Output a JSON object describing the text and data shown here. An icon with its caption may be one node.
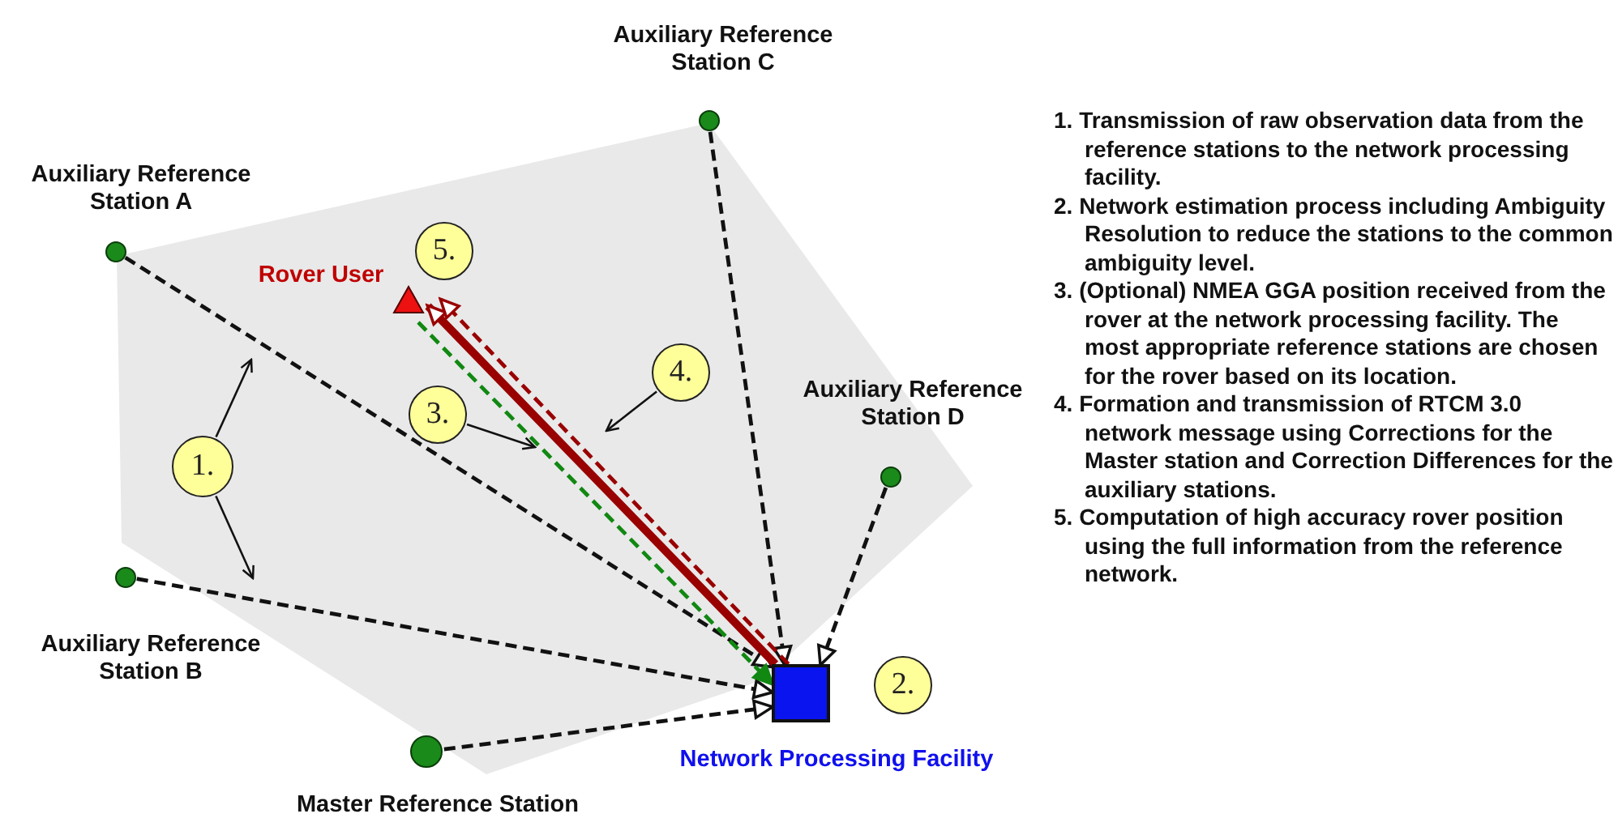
{
  "diagram": {
    "nodes": [
      {
        "text": [],
        "shape": "circle",
        "beside": [
          "Auxiliary Reference Station C"
        ]
      },
      {
        "text": [],
        "shape": "circle",
        "beside": [
          "Auxiliary Reference Station A"
        ]
      },
      {
        "text": [],
        "shape": "triangle",
        "beside": [
          "Rover User"
        ]
      },
      {
        "text": [],
        "shape": "circle",
        "beside": [
          "Auxiliary Reference Station D"
        ]
      },
      {
        "text": [],
        "shape": "circle",
        "beside": [
          "Auxiliary Reference Station B"
        ]
      },
      {
        "text": [],
        "shape": "circle",
        "beside": [
          "Master Reference Station"
        ]
      },
      {
        "text": [],
        "shape": "box",
        "beside": [
          "Network Processing Facility"
        ]
      },
      {
        "text": [
          "5."
        ]
      },
      {
        "text": [
          "4."
        ]
      },
      {
        "text": [
          "3."
        ]
      },
      {
        "text": [
          "1."
        ]
      },
      {
        "text": [
          "2."
        ]
      }
    ],
    "edges": [
      {
        "from": 0,
        "to": 6,
        "arrow": "to",
        "style": "dashed"
      },
      {
        "from": 1,
        "to": 6,
        "arrow": "to",
        "style": "dashed"
      },
      {
        "from": 3,
        "to": 6,
        "arrow": "to",
        "style": "dashed"
      },
      {
        "from": 4,
        "to": 6,
        "arrow": "to",
        "style": "dashed"
      },
      {
        "from": 5,
        "to": 6,
        "arrow": "to",
        "style": "dashed"
      },
      {
        "from": 2,
        "to": 6,
        "arrow": "to",
        "style": "dashed",
        "color": "#118811"
      },
      {
        "from": 6,
        "to": 2,
        "arrow": "to",
        "style": "thick",
        "color": "#990000"
      },
      {
        "from": 6,
        "to": 2,
        "arrow": "to",
        "style": "dashed",
        "color": "#990000"
      },
      {
        "from": 10,
        "to": null,
        "arrow": "to"
      },
      {
        "from": 10,
        "to": null,
        "arrow": "to"
      },
      {
        "from": 9,
        "to": null,
        "arrow": "to"
      },
      {
        "from": 8,
        "to": null,
        "arrow": "to"
      }
    ],
    "labels": [
      "1. Transmission of raw observation data from the reference stations to the network processing facility.",
      "2. Network estimation process including Ambiguity Resolution to reduce the stations to the common ambiguity level.",
      "3. (Optional) NMEA GGA position received from the rover at the network processing facility. The most appropriate reference stations are chosen for the rover based on its location.",
      "4. Formation and transmission of RTCM 3.0 network message using Corrections for the Master station and Correction Differences for the auxiliary stations.",
      "5. Computation of high accuracy rover position using the full information from the reference network."
    ]
  }
}
